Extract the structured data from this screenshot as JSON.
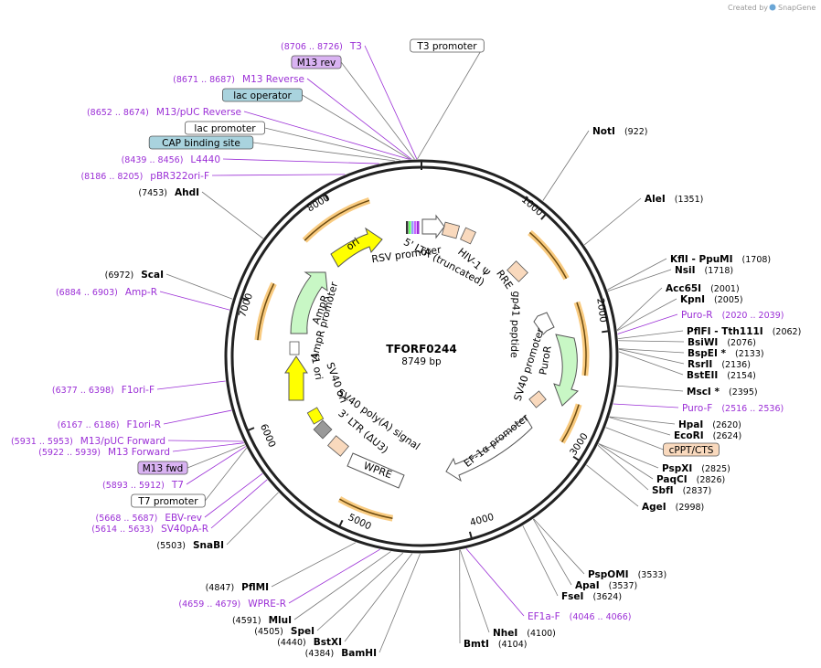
{
  "credit": "Created by",
  "credit_brand": "SnapGene",
  "plasmid": {
    "name": "TFORF0244",
    "length": "8749 bp"
  },
  "ticks": [
    "1000",
    "2000",
    "3000",
    "4000",
    "5000",
    "6000",
    "7000",
    "8000"
  ],
  "left_labels": [
    {
      "pos": "(8706 .. 8726)",
      "name": "T3",
      "kind": "primer"
    },
    {
      "name": "T3 promoter",
      "kind": "box-white"
    },
    {
      "name": "M13 rev",
      "kind": "box-purple"
    },
    {
      "pos": "(8671 .. 8687)",
      "name": "M13 Reverse",
      "kind": "primer"
    },
    {
      "name": "lac operator",
      "kind": "box-teal"
    },
    {
      "pos": "(8652 .. 8674)",
      "name": "M13/pUC Reverse",
      "kind": "primer"
    },
    {
      "name": "lac promoter",
      "kind": "box-white"
    },
    {
      "name": "CAP binding site",
      "kind": "box-teal"
    },
    {
      "pos": "(8439 .. 8456)",
      "name": "L4440",
      "kind": "primer"
    },
    {
      "pos": "(8186 .. 8205)",
      "name": "pBR322ori-F",
      "kind": "primer"
    },
    {
      "pos": "(7453)",
      "name": "AhdI",
      "kind": "site"
    },
    {
      "pos": "(6972)",
      "name": "ScaI",
      "kind": "site"
    },
    {
      "pos": "(6884 .. 6903)",
      "name": "Amp-R",
      "kind": "primer"
    },
    {
      "pos": "(6377 .. 6398)",
      "name": "F1ori-F",
      "kind": "primer"
    },
    {
      "pos": "(6167 .. 6186)",
      "name": "F1ori-R",
      "kind": "primer"
    },
    {
      "pos": "(5931 .. 5953)",
      "name": "M13/pUC Forward",
      "kind": "primer"
    },
    {
      "pos": "(5922 .. 5939)",
      "name": "M13 Forward",
      "kind": "primer"
    },
    {
      "name": "M13 fwd",
      "kind": "box-purple"
    },
    {
      "pos": "(5893 .. 5912)",
      "name": "T7",
      "kind": "primer"
    },
    {
      "name": "T7 promoter",
      "kind": "box-white"
    },
    {
      "pos": "(5668 .. 5687)",
      "name": "EBV-rev",
      "kind": "primer"
    },
    {
      "pos": "(5614 .. 5633)",
      "name": "SV40pA-R",
      "kind": "primer"
    },
    {
      "pos": "(5503)",
      "name": "SnaBI",
      "kind": "site"
    },
    {
      "pos": "(4847)",
      "name": "PflMI",
      "kind": "site"
    },
    {
      "pos": "(4659 .. 4679)",
      "name": "WPRE-R",
      "kind": "primer"
    },
    {
      "pos": "(4591)",
      "name": "MluI",
      "kind": "site"
    },
    {
      "pos": "(4505)",
      "name": "SpeI",
      "kind": "site"
    },
    {
      "pos": "(4440)",
      "name": "BstXI",
      "kind": "site"
    },
    {
      "pos": "(4384)",
      "name": "BamHI",
      "kind": "site"
    }
  ],
  "right_labels": [
    {
      "name": "NotI",
      "pos": "(922)",
      "kind": "site"
    },
    {
      "name": "AleI",
      "pos": "(1351)",
      "kind": "site"
    },
    {
      "name": "KflI - PpuMI",
      "pos": "(1708)",
      "kind": "site"
    },
    {
      "name": "NsiI",
      "pos": "(1718)",
      "kind": "site"
    },
    {
      "name": "Acc65I",
      "pos": "(2001)",
      "kind": "site"
    },
    {
      "name": "KpnI",
      "pos": "(2005)",
      "kind": "site"
    },
    {
      "name": "Puro-R",
      "pos": "(2020 .. 2039)",
      "kind": "primer"
    },
    {
      "name": "PflFI - Tth111I",
      "pos": "(2062)",
      "kind": "site"
    },
    {
      "name": "BsiWI",
      "pos": "(2076)",
      "kind": "site"
    },
    {
      "name": "BspEI *",
      "pos": "(2133)",
      "kind": "site"
    },
    {
      "name": "RsrII",
      "pos": "(2136)",
      "kind": "site"
    },
    {
      "name": "BstEII",
      "pos": "(2154)",
      "kind": "site"
    },
    {
      "name": "MscI *",
      "pos": "(2395)",
      "kind": "site"
    },
    {
      "name": "Puro-F",
      "pos": "(2516 .. 2536)",
      "kind": "primer"
    },
    {
      "name": "HpaI",
      "pos": "(2620)",
      "kind": "site"
    },
    {
      "name": "EcoRI",
      "pos": "(2624)",
      "kind": "site"
    },
    {
      "name": "cPPT/CTS",
      "kind": "box-orange"
    },
    {
      "name": "PspXI",
      "pos": "(2825)",
      "kind": "site"
    },
    {
      "name": "PaqCI",
      "pos": "(2826)",
      "kind": "site"
    },
    {
      "name": "SbfI",
      "pos": "(2837)",
      "kind": "site"
    },
    {
      "name": "AgeI",
      "pos": "(2998)",
      "kind": "site"
    },
    {
      "name": "PspOMI",
      "pos": "(3533)",
      "kind": "site"
    },
    {
      "name": "ApaI",
      "pos": "(3537)",
      "kind": "site"
    },
    {
      "name": "FseI",
      "pos": "(3624)",
      "kind": "site"
    },
    {
      "name": "EF1a-F",
      "pos": "(4046 .. 4066)",
      "kind": "primer"
    },
    {
      "name": "NheI",
      "pos": "(4100)",
      "kind": "site"
    },
    {
      "name": "BmtI",
      "pos": "(4104)",
      "kind": "site"
    }
  ],
  "features": [
    "RSV promoter",
    "5' LTR (truncated)",
    "HIV-1 Ψ",
    "RRE",
    "gp41 peptide",
    "SV40 promoter",
    "PuroR",
    "EF-1α promoter",
    "WPRE",
    "3' LTR (ΔU3)",
    "SV40 poly(A) signal",
    "SV40 ori",
    "f1 ori",
    "AmpR promoter",
    "AmpR",
    "ori"
  ],
  "colors": {
    "primer": "#9b2fd6",
    "teal": "#a9d3de",
    "purple_box": "#d9b3f2",
    "orange_box": "#f9d9bd",
    "yellow": "#ffff00",
    "green": "#c8f7c5"
  }
}
